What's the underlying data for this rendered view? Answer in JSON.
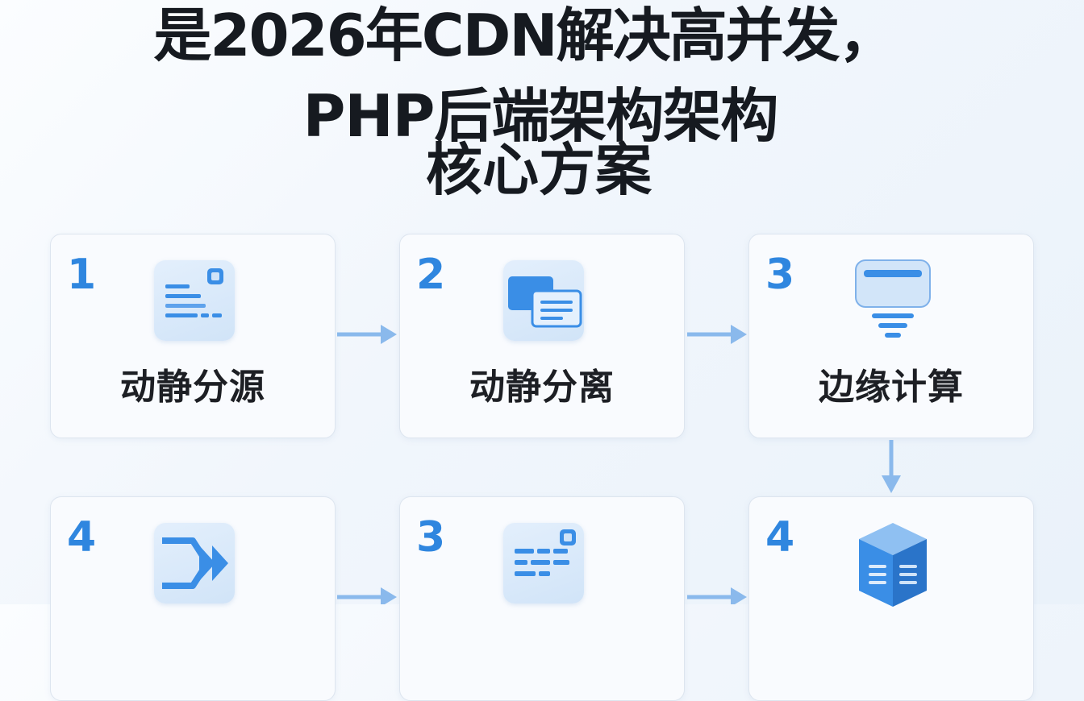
{
  "title": {
    "line1": "是2026年CDN解决高并发，",
    "line2": "PHP后端架构架构",
    "line3": "核心方案"
  },
  "steps": [
    {
      "number": "1",
      "label": "动静分源",
      "icon": "document-icon"
    },
    {
      "number": "2",
      "label": "动静分离",
      "icon": "split-window-icon"
    },
    {
      "number": "3",
      "label": "边缘计算",
      "icon": "funnel-icon"
    },
    {
      "number": "4",
      "label": "",
      "icon": "fast-forward-icon"
    },
    {
      "number": "3",
      "label": "",
      "icon": "document-icon"
    },
    {
      "number": "4",
      "label": "",
      "icon": "cube-stack-icon"
    }
  ],
  "colors": {
    "accent": "#2f86df",
    "arrow": "#8ab9ec",
    "icon_bg": "#d8e8fa",
    "text": "#1d1f24"
  }
}
